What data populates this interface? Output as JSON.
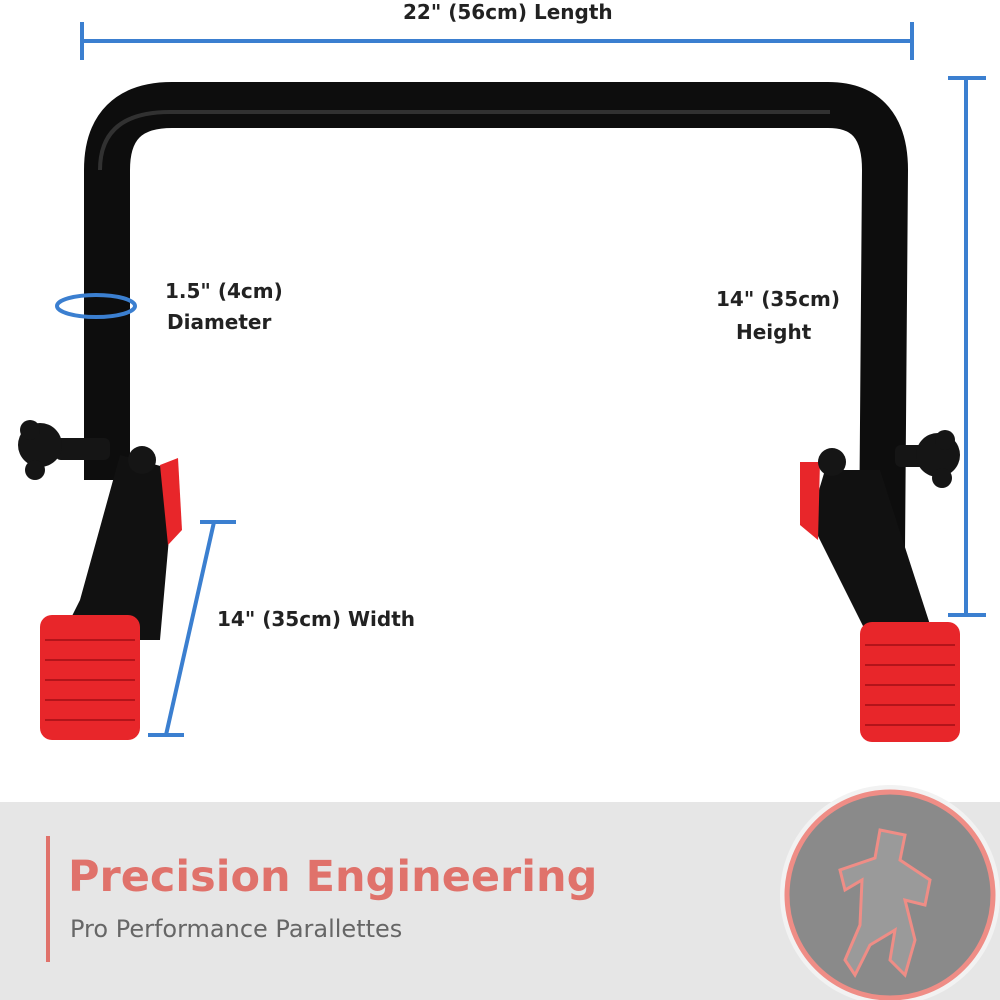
{
  "dimensions": {
    "length": "22\" (56cm) Length",
    "diameter_value": "1.5\" (4cm)",
    "diameter_label": "Diameter",
    "height_value": "14\" (35cm)",
    "height_label": "Height",
    "width": "14\" (35cm) Width"
  },
  "banner": {
    "title": "Precision Engineering",
    "subtitle": "Pro Performance Parallettes"
  },
  "colors": {
    "dimension_line": "#3b7fd0",
    "accent": "#e0726b",
    "foot": "#e8262a",
    "frame": "#0d0d0d"
  }
}
